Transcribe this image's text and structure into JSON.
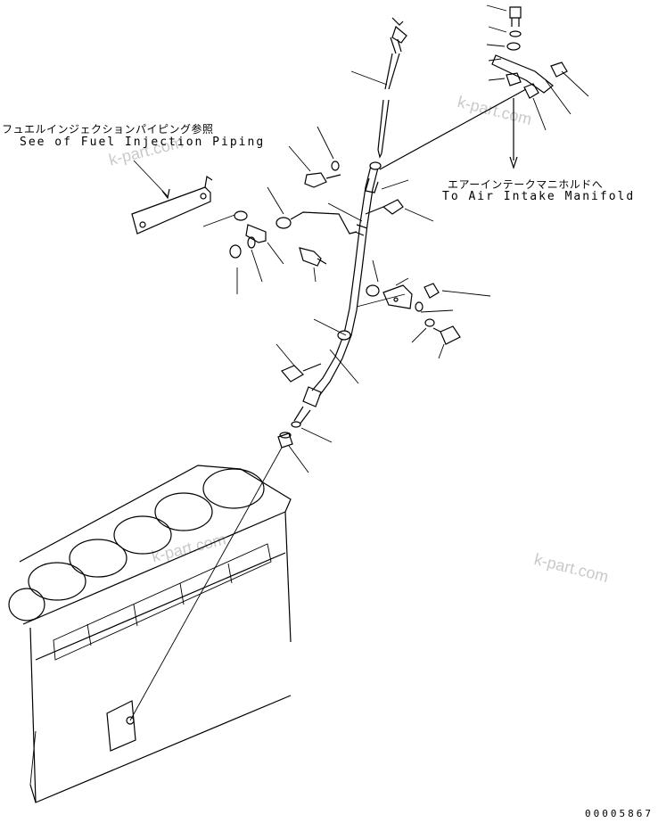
{
  "labels": {
    "fuel_injection_jp": "フュエルインジェクションパイピング参照",
    "fuel_injection_en": "See of Fuel Injection Piping",
    "air_intake_jp": "エアーインテークマニホルドへ",
    "air_intake_en": "To Air Intake Manifold"
  },
  "watermarks": [
    "k-part.com",
    "k-part.com",
    "k-part.com",
    "k-part.com"
  ],
  "drawing_number": "00005867"
}
